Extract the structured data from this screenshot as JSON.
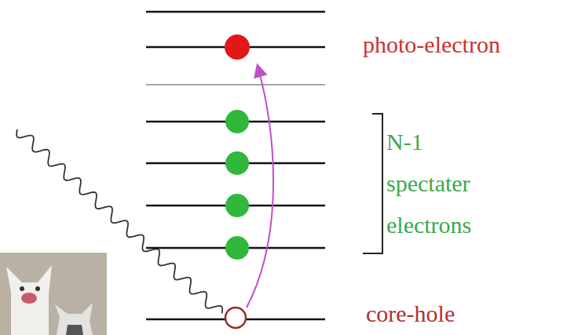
{
  "diagram": {
    "labels": [
      "photo-electron",
      "N-1 spectater electrons",
      "core-hole"
    ]
  }
}
